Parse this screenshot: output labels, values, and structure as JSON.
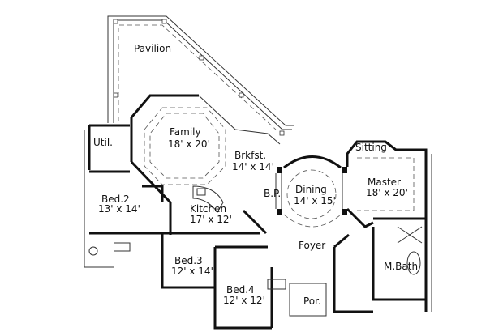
{
  "plan": {
    "rooms": {
      "pavilion": {
        "name": "Pavilion",
        "size": ""
      },
      "util": {
        "name": "Util.",
        "size": ""
      },
      "family": {
        "name": "Family",
        "size": "18' x 20'"
      },
      "brkfst": {
        "name": "Brkfst.",
        "size": "14' x 14'"
      },
      "bp": {
        "name": "B.P.",
        "size": ""
      },
      "dining": {
        "name": "Dining",
        "size": "14' x 15'"
      },
      "sitting": {
        "name": "Sitting",
        "size": ""
      },
      "master": {
        "name": "Master",
        "size": "18' x 20'"
      },
      "bed2": {
        "name": "Bed.2",
        "size": "13' x 14'"
      },
      "kitchen": {
        "name": "Kitchen",
        "size": "17' x 12'"
      },
      "bed3": {
        "name": "Bed.3",
        "size": "12' x 14'"
      },
      "bed4": {
        "name": "Bed.4",
        "size": "12' x 12'"
      },
      "foyer": {
        "name": "Foyer",
        "size": ""
      },
      "porch": {
        "name": "Por.",
        "size": ""
      },
      "mbath": {
        "name": "M.Bath",
        "size": ""
      }
    }
  }
}
